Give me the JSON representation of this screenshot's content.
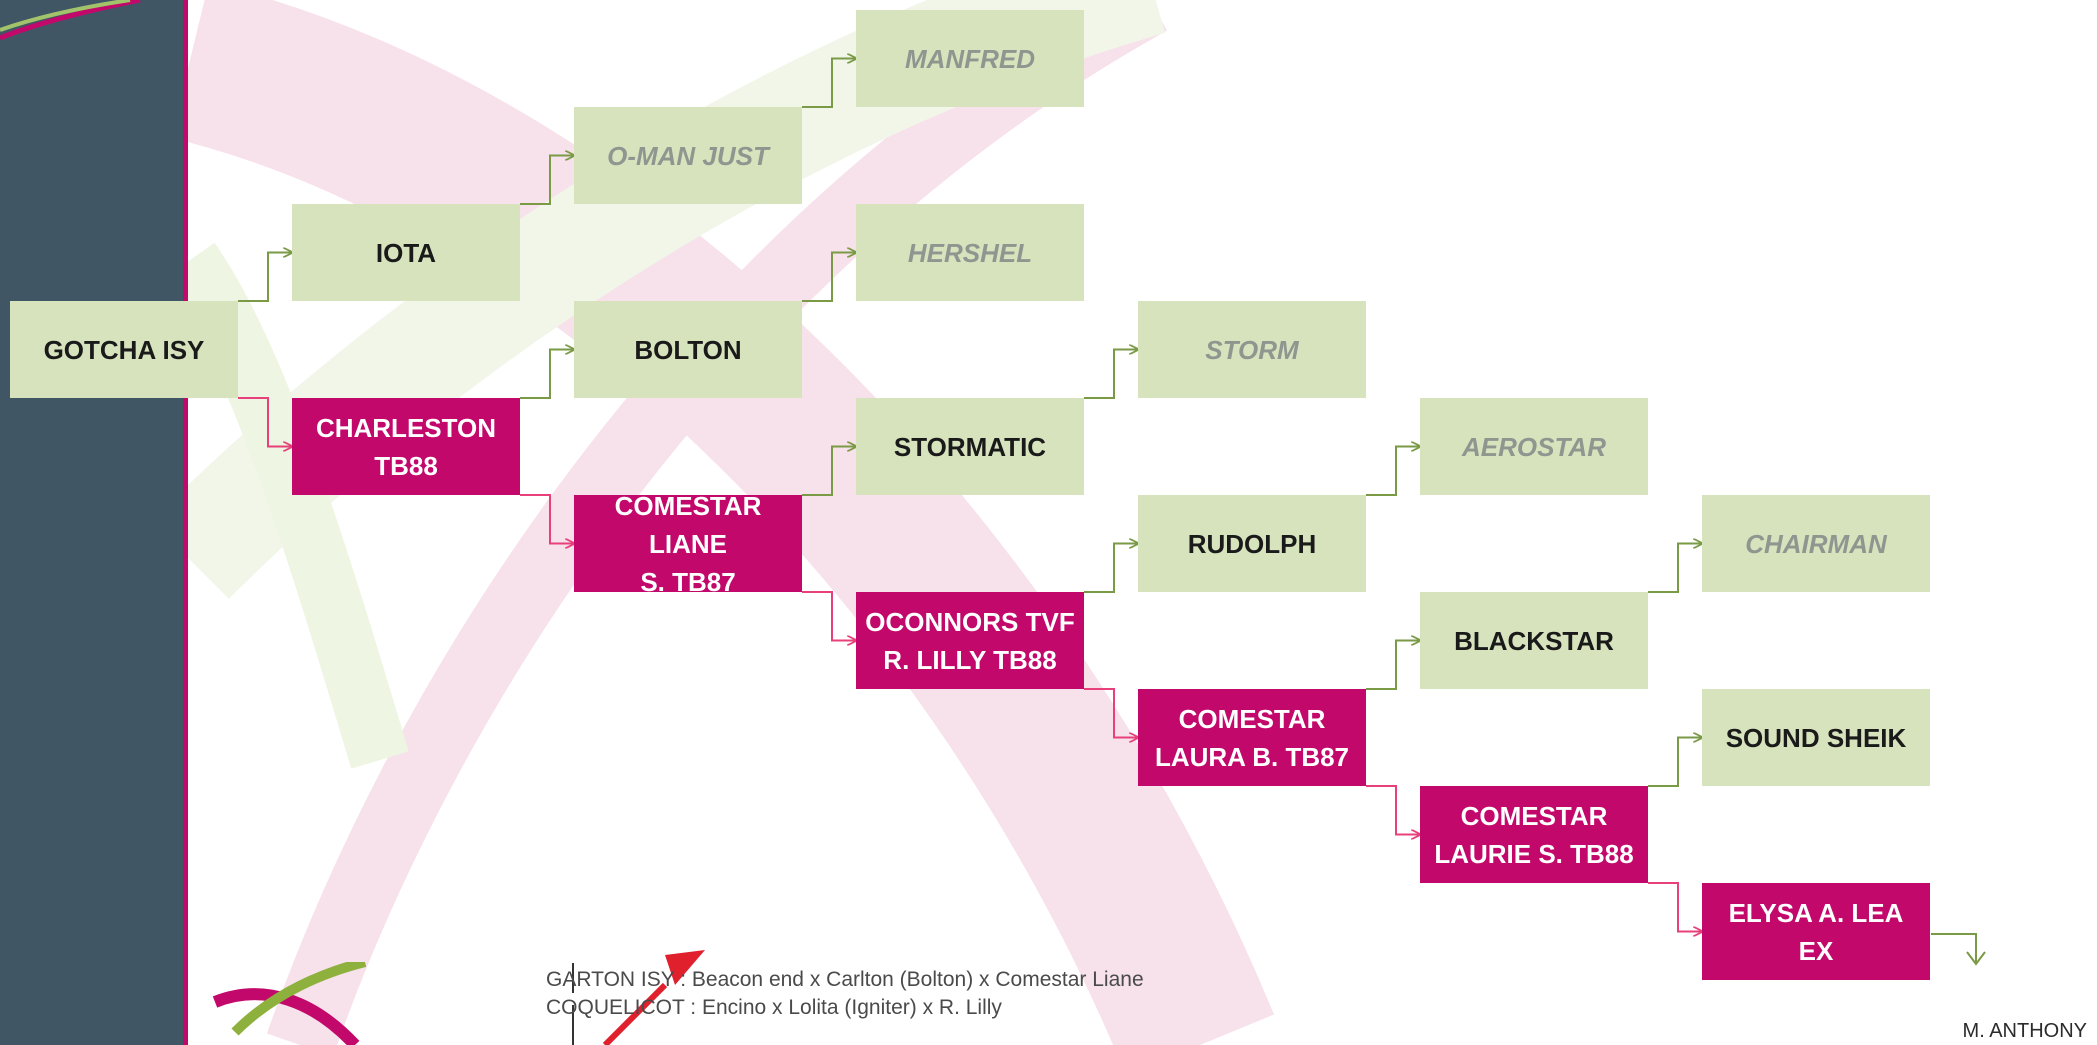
{
  "pedigree": {
    "nodes": {
      "gotcha": {
        "label": "GOTCHA ISY",
        "kind": "green"
      },
      "iota": {
        "label": "IOTA",
        "kind": "green"
      },
      "charleston": {
        "label": "CHARLESTON\nTB88",
        "kind": "magenta"
      },
      "omanjust": {
        "label": "O-MAN JUST",
        "kind": "ghost"
      },
      "bolton": {
        "label": "BOLTON",
        "kind": "green"
      },
      "comliane": {
        "label": "COMESTAR LIANE\nS.    TB87",
        "kind": "magenta"
      },
      "manfred": {
        "label": "MANFRED",
        "kind": "ghost"
      },
      "hershel": {
        "label": "HERSHEL",
        "kind": "ghost"
      },
      "stormatic": {
        "label": "STORMATIC",
        "kind": "green"
      },
      "oconnors": {
        "label": "OCONNORS TVF\nR. LILLY    TB88",
        "kind": "magenta"
      },
      "storm": {
        "label": "STORM",
        "kind": "ghost"
      },
      "rudolph": {
        "label": "RUDOLPH",
        "kind": "green"
      },
      "comlaura": {
        "label": "COMESTAR\nLAURA B.    TB87",
        "kind": "magenta"
      },
      "aerostar": {
        "label": "AEROSTAR",
        "kind": "ghost"
      },
      "blackstar": {
        "label": "BLACKSTAR",
        "kind": "green"
      },
      "comlaurie": {
        "label": "COMESTAR\nLAURIE S.  TB88",
        "kind": "magenta"
      },
      "chairman": {
        "label": "CHAIRMAN",
        "kind": "ghost"
      },
      "soundsheik": {
        "label": "SOUND SHEIK",
        "kind": "green"
      },
      "elysa": {
        "label": "ELYSA A. LEA\nEX",
        "kind": "magenta"
      }
    },
    "edges": [
      {
        "from": "gotcha",
        "to": "iota",
        "line": "sire"
      },
      {
        "from": "gotcha",
        "to": "charleston",
        "line": "dam"
      },
      {
        "from": "iota",
        "to": "omanjust",
        "line": "sire"
      },
      {
        "from": "charleston",
        "to": "bolton",
        "line": "sire"
      },
      {
        "from": "charleston",
        "to": "comliane",
        "line": "dam"
      },
      {
        "from": "omanjust",
        "to": "manfred",
        "line": "sire"
      },
      {
        "from": "bolton",
        "to": "hershel",
        "line": "sire"
      },
      {
        "from": "comliane",
        "to": "stormatic",
        "line": "sire"
      },
      {
        "from": "comliane",
        "to": "oconnors",
        "line": "dam"
      },
      {
        "from": "stormatic",
        "to": "storm",
        "line": "sire"
      },
      {
        "from": "oconnors",
        "to": "rudolph",
        "line": "sire"
      },
      {
        "from": "oconnors",
        "to": "comlaura",
        "line": "dam"
      },
      {
        "from": "rudolph",
        "to": "aerostar",
        "line": "sire"
      },
      {
        "from": "comlaura",
        "to": "blackstar",
        "line": "sire"
      },
      {
        "from": "comlaura",
        "to": "comlaurie",
        "line": "dam"
      },
      {
        "from": "blackstar",
        "to": "chairman",
        "line": "sire"
      },
      {
        "from": "comlaurie",
        "to": "soundsheik",
        "line": "sire"
      },
      {
        "from": "comlaurie",
        "to": "elysa",
        "line": "dam"
      }
    ]
  },
  "notes": {
    "line1": "GARTON ISY : Beacon end x Carlton (Bolton) x Comestar Liane",
    "line2": "COQUELICOT : Encino x Lolita (Igniter) x R. Lilly"
  },
  "author": "M. ANTHONY",
  "colors": {
    "sidebar": "#415665",
    "accent_magenta": "#c2086b",
    "node_green": "#d6e3bd",
    "sire_line": "#7a9a45",
    "dam_line": "#e8407a",
    "ghost_text": "#8f9690"
  },
  "icons": {
    "logo": "swoosh-logo-icon",
    "mark": "red-pin-mark-icon",
    "end_arrow": "arrow-down-icon"
  }
}
